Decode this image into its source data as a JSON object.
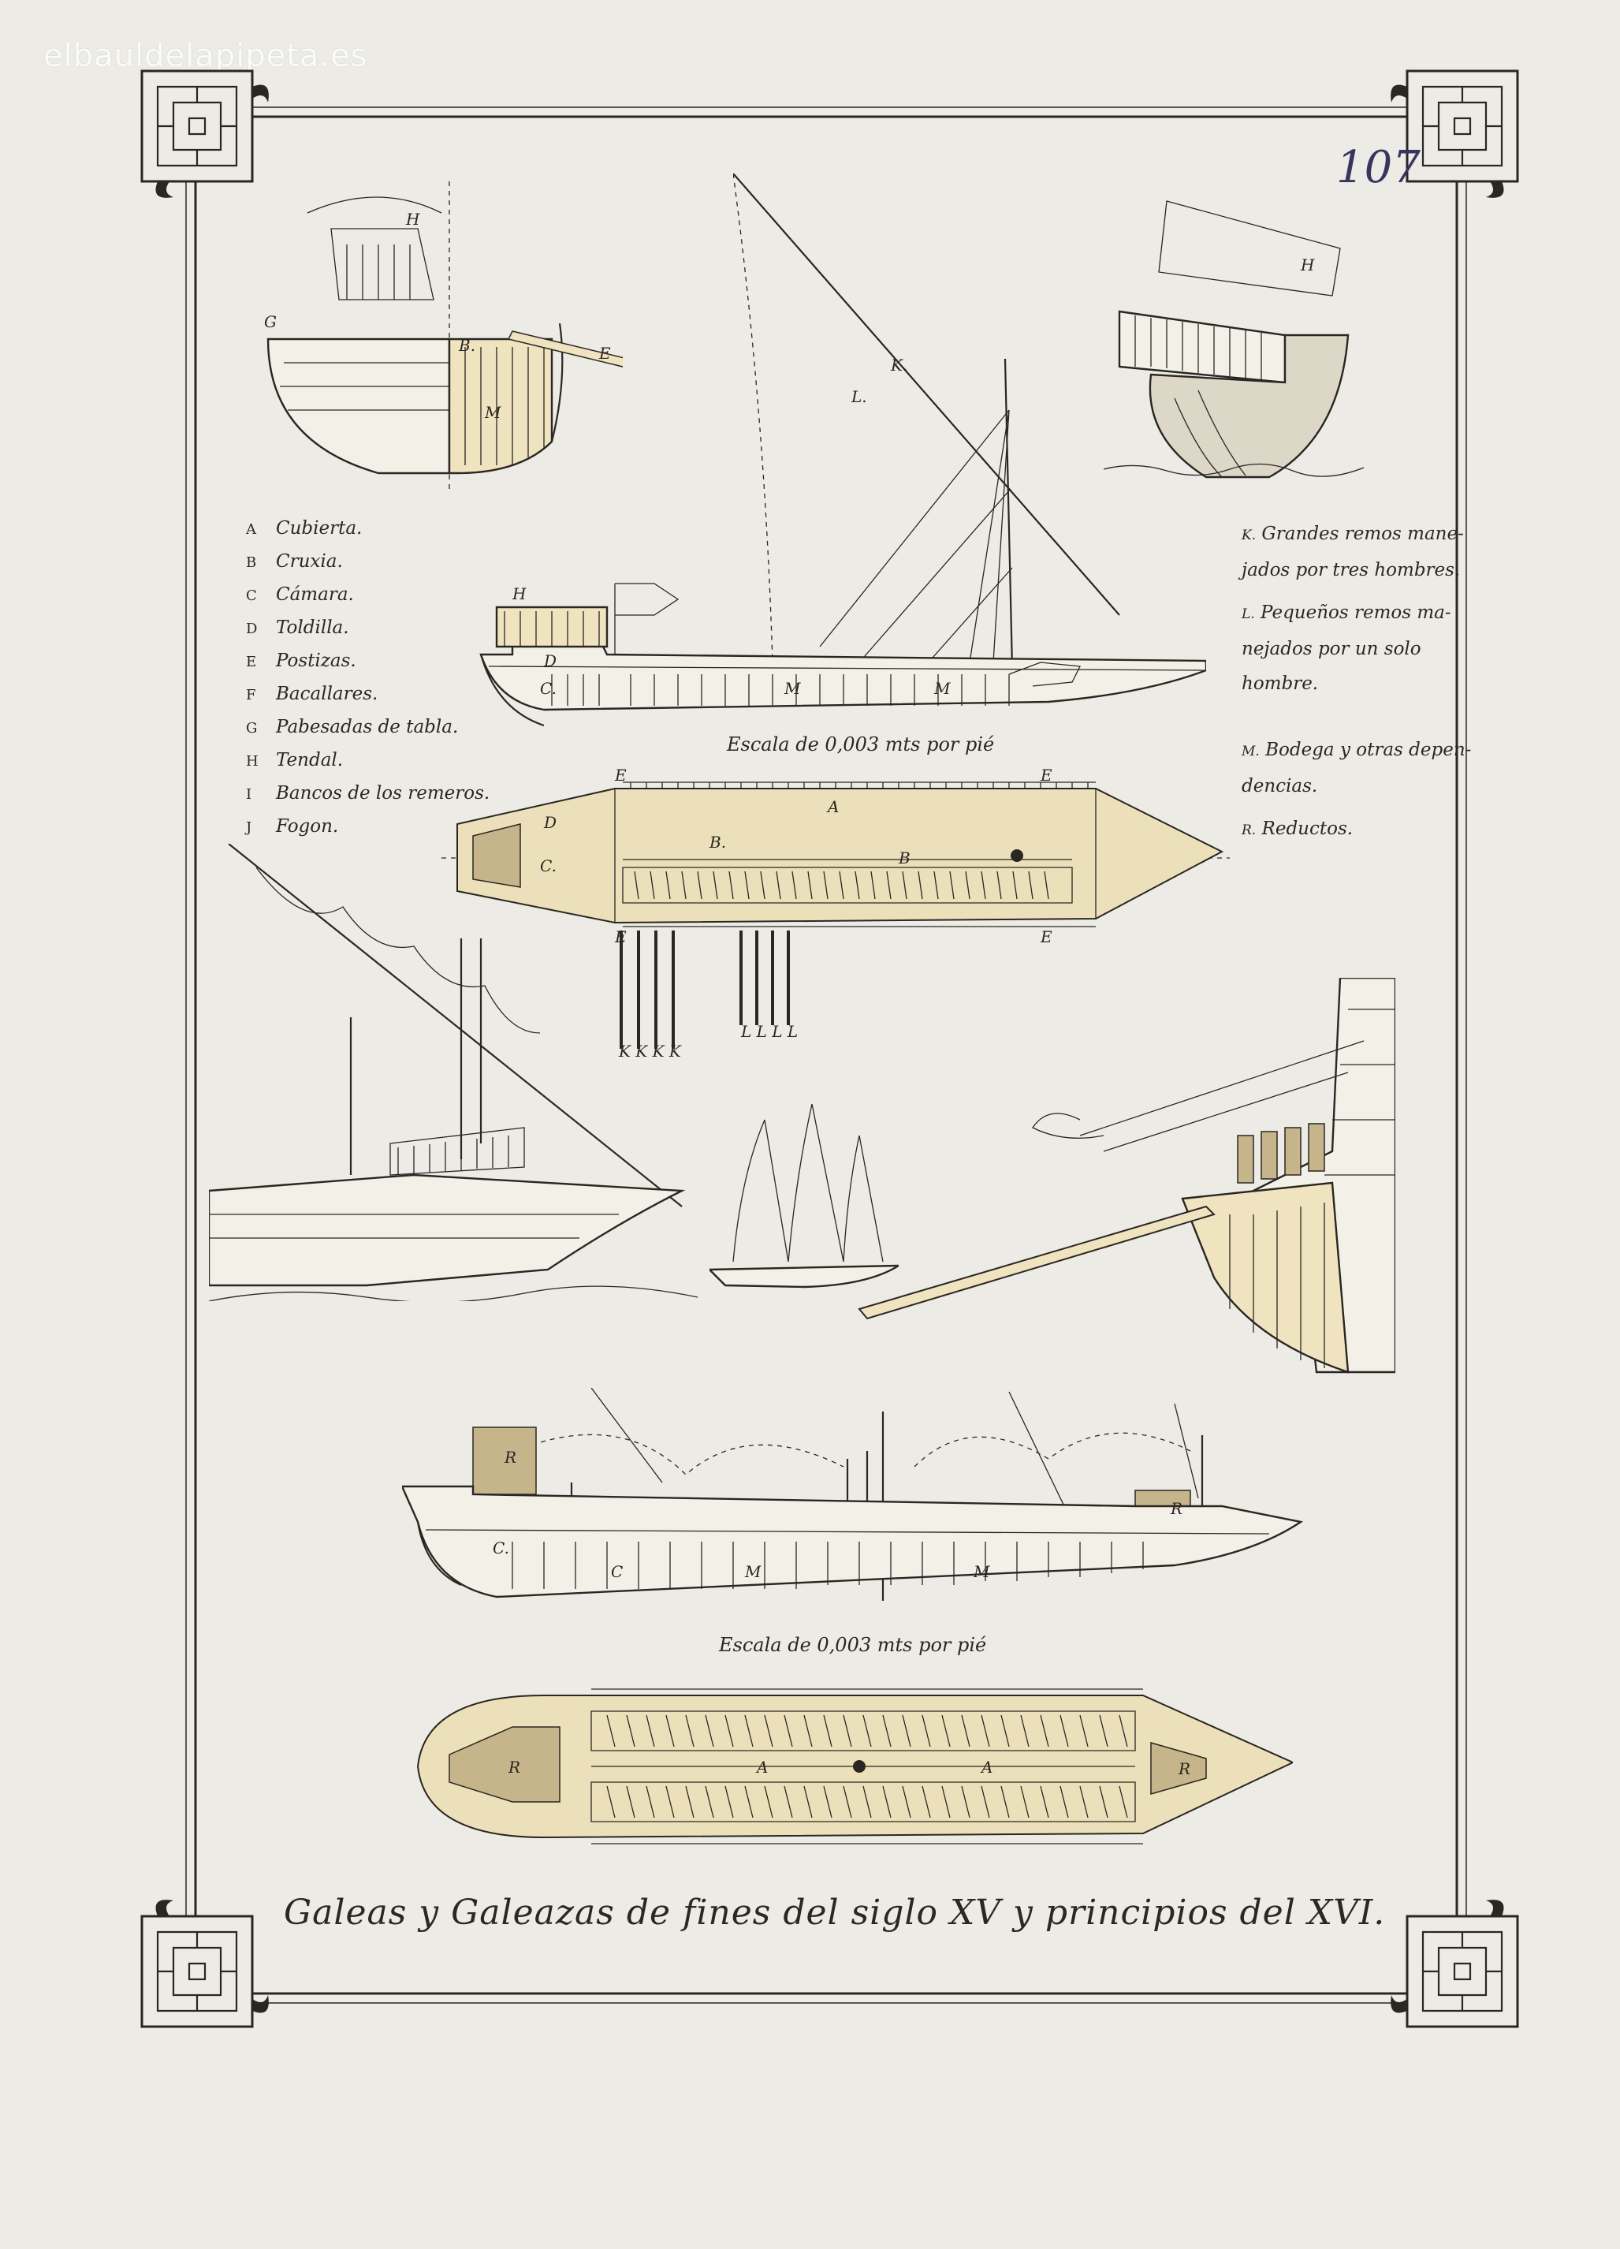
{
  "watermark": "elbauldelapipeta.es",
  "page_number": "107",
  "legend_left": [
    {
      "key": "A",
      "text": "Cubierta."
    },
    {
      "key": "B",
      "text": "Cruxia."
    },
    {
      "key": "C",
      "text": "Cámara."
    },
    {
      "key": "D",
      "text": "Toldilla."
    },
    {
      "key": "E",
      "text": "Postizas."
    },
    {
      "key": "F",
      "text": "Bacallares."
    },
    {
      "key": "G",
      "text": "Pabesadas de tabla."
    },
    {
      "key": "H",
      "text": "Tendal."
    },
    {
      "key": "I",
      "text": "Bancos de los remeros."
    },
    {
      "key": "J",
      "text": "Fogon."
    }
  ],
  "legend_right": [
    {
      "key": "K.",
      "lines": [
        "Grandes remos mane-",
        "jados por tres hombres."
      ]
    },
    {
      "key": "L.",
      "lines": [
        "Pequeños remos ma-",
        "nejados por un solo",
        "hombre."
      ]
    },
    {
      "key": "M.",
      "lines": [
        "Bodega y otras depen-",
        "dencias."
      ]
    },
    {
      "key": "R.",
      "lines": [
        "Reductos."
      ]
    }
  ],
  "scale_upper": "Escala de 0,003 mts por pié",
  "scale_lower": "Escala de 0,003 mts por pié",
  "title": "Galeas y Galeazas de fines del siglo XV y principios del XVI."
}
